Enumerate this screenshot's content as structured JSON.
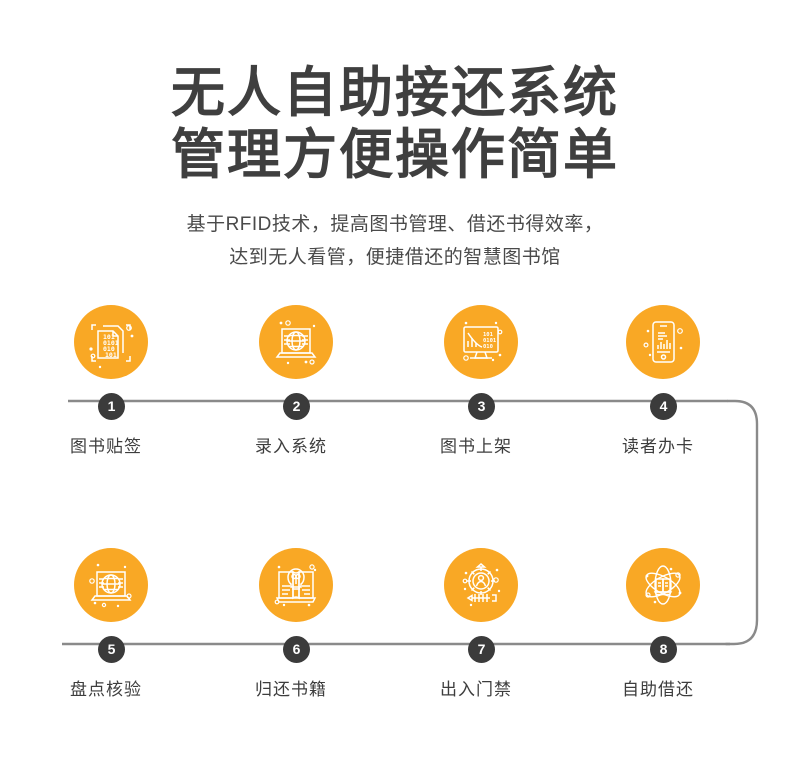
{
  "header": {
    "title_line1": "无人自助接还系统",
    "title_line2": "管理方便操作简单",
    "subtitle_line1": "基于RFID技术，提高图书管理、借还书得效率，",
    "subtitle_line2": "达到无人看管，便捷借还的智慧图书馆"
  },
  "colors": {
    "accent_orange": "#f9a825",
    "badge_dark": "#3b3b3b",
    "line_gray": "#8a8a8a",
    "text_dark": "#3d3d3d"
  },
  "flow": {
    "steps": [
      {
        "number": "1",
        "label": "图书贴签",
        "icon": "document-binary-code-icon"
      },
      {
        "number": "2",
        "label": "录入系统",
        "icon": "laptop-globe-icon"
      },
      {
        "number": "3",
        "label": "图书上架",
        "icon": "monitor-chart-binary-icon"
      },
      {
        "number": "4",
        "label": "读者办卡",
        "icon": "smartphone-barchart-icon"
      },
      {
        "number": "5",
        "label": "盘点核验",
        "icon": "laptop-globe-scan-icon"
      },
      {
        "number": "6",
        "label": "归还书籍",
        "icon": "open-book-lightbulb-icon"
      },
      {
        "number": "7",
        "label": "出入门禁",
        "icon": "gear-person-turnstile-icon"
      },
      {
        "number": "8",
        "label": "自助借还",
        "icon": "atom-book-icon"
      }
    ]
  }
}
